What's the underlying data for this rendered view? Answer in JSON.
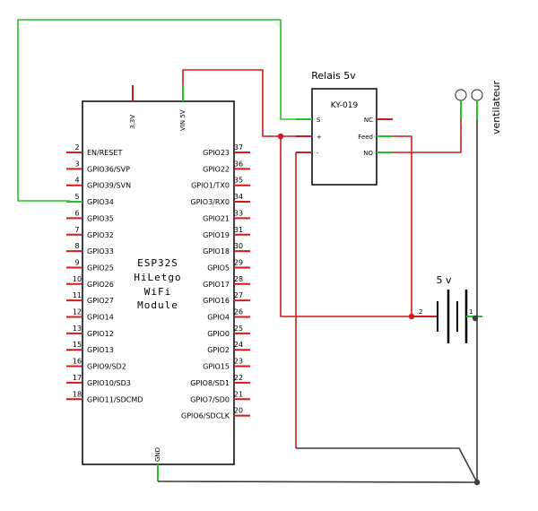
{
  "esp32": {
    "module_lines": [
      "ESP32S",
      "HiLetgo",
      "WiFi",
      "Module"
    ],
    "top_pins": [
      {
        "label": "3.3V"
      },
      {
        "label": "VIN 5V"
      }
    ],
    "bottom_pin": {
      "label": "GND"
    },
    "left_pins": [
      {
        "num": "2",
        "label": "EN/RESET"
      },
      {
        "num": "3",
        "label": "GPIO36/SVP"
      },
      {
        "num": "4",
        "label": "GPIO39/SVN"
      },
      {
        "num": "5",
        "label": "GPIO34"
      },
      {
        "num": "6",
        "label": "GPIO35"
      },
      {
        "num": "7",
        "label": "GPIO32"
      },
      {
        "num": "8",
        "label": "GPIO33"
      },
      {
        "num": "9",
        "label": "GPIO25"
      },
      {
        "num": "10",
        "label": "GPIO26"
      },
      {
        "num": "11",
        "label": "GPIO27"
      },
      {
        "num": "12",
        "label": "GPIO14"
      },
      {
        "num": "13",
        "label": "GPIO12"
      },
      {
        "num": "15",
        "label": "GPIO13"
      },
      {
        "num": "16",
        "label": "GPIO9/SD2"
      },
      {
        "num": "17",
        "label": "GPIO10/SD3"
      },
      {
        "num": "18",
        "label": "GPIO11/SDCMD"
      }
    ],
    "right_pins": [
      {
        "num": "37",
        "label": "GPIO23"
      },
      {
        "num": "36",
        "label": "GPIO22"
      },
      {
        "num": "35",
        "label": "GPIO1/TX0"
      },
      {
        "num": "34",
        "label": "GPIO3/RX0"
      },
      {
        "num": "33",
        "label": "GPIO21"
      },
      {
        "num": "31",
        "label": "GPIO19"
      },
      {
        "num": "30",
        "label": "GPIO18"
      },
      {
        "num": "29",
        "label": "GPIO5"
      },
      {
        "num": "28",
        "label": "GPIO17"
      },
      {
        "num": "27",
        "label": "GPIO16"
      },
      {
        "num": "26",
        "label": "GPIO4"
      },
      {
        "num": "25",
        "label": "GPIO0"
      },
      {
        "num": "24",
        "label": "GPIO2"
      },
      {
        "num": "23",
        "label": "GPIO15"
      },
      {
        "num": "22",
        "label": "GPIO8/SD1"
      },
      {
        "num": "21",
        "label": "GPIO7/SD0"
      },
      {
        "num": "20",
        "label": "GPIO6/SDCLK"
      }
    ]
  },
  "relay": {
    "title": "Relais 5v",
    "model": "KY-019",
    "left_pins": [
      "S",
      "+",
      "-"
    ],
    "right_pins": [
      "NC",
      "Feed",
      "NO"
    ]
  },
  "battery": {
    "title": "5 v",
    "pin_neg": "2",
    "pin_pos": "1"
  },
  "fan": {
    "label": "ventilateur"
  },
  "colors": {
    "red": "#d4191c",
    "green": "#27c227",
    "dark": "#3c3c3c"
  }
}
